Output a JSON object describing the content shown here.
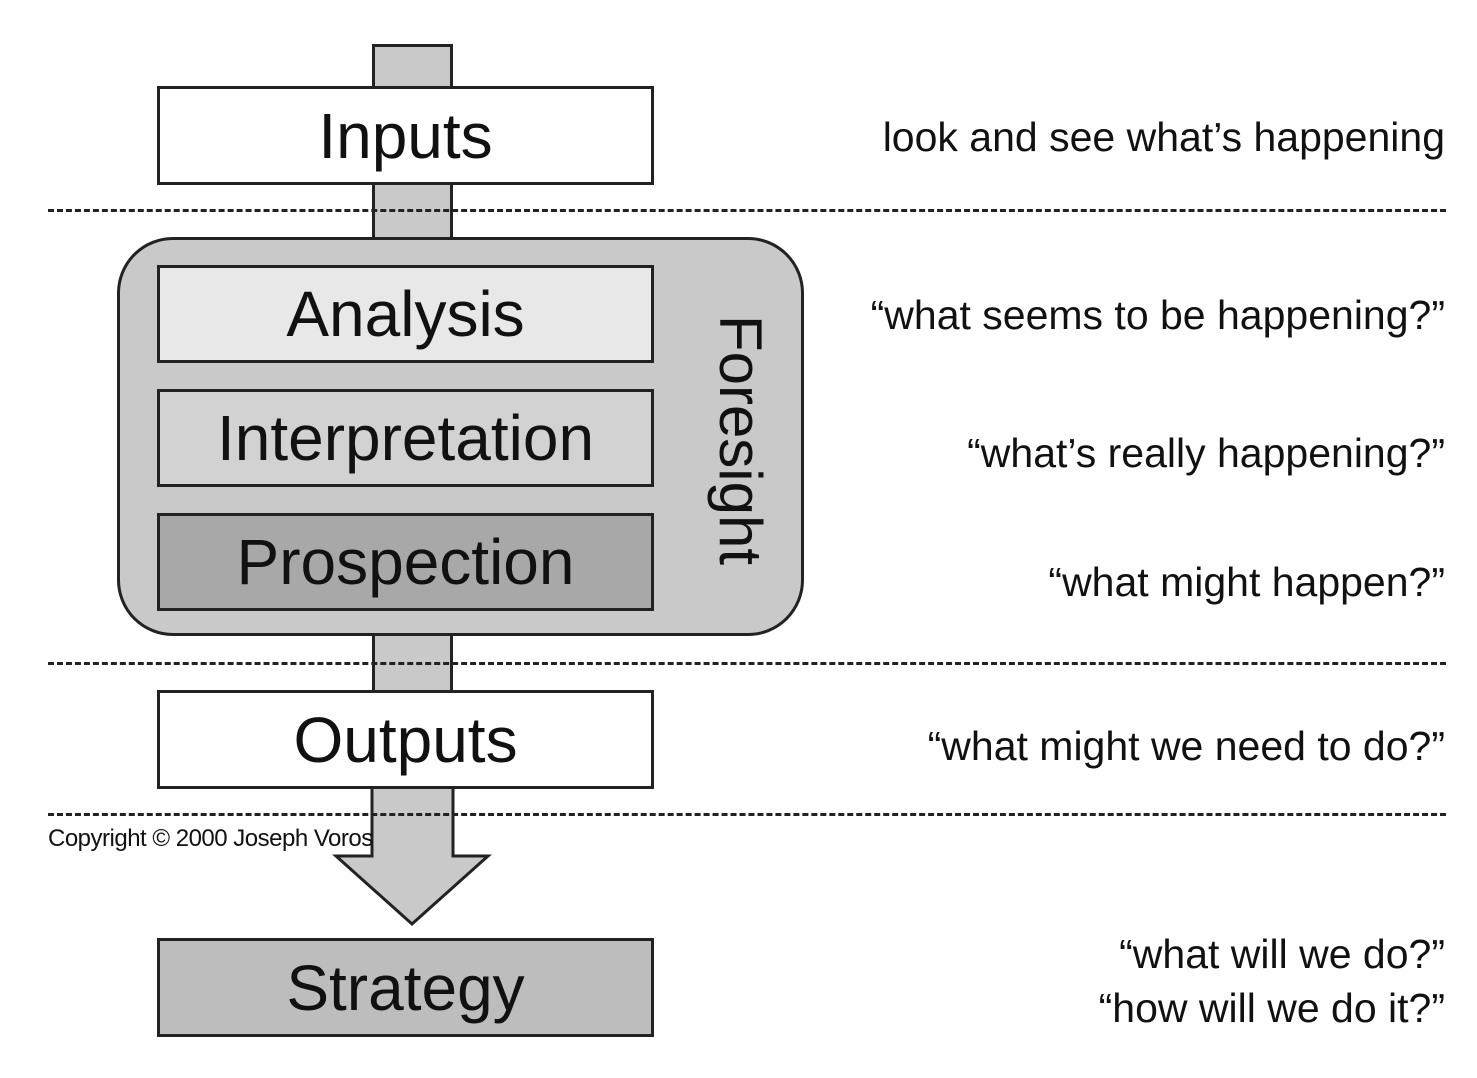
{
  "diagram": {
    "boxes": {
      "inputs": "Inputs",
      "analysis": "Analysis",
      "interpretation": "Interpretation",
      "prospection": "Prospection",
      "outputs": "Outputs",
      "strategy": "Strategy"
    },
    "group_label": "Foresight",
    "notes": {
      "inputs": "look and see what’s happening",
      "analysis": "“what seems to be happening?”",
      "interpretation": "“what’s really happening?”",
      "prospection": "“what might happen?”",
      "outputs": "“what might we need to do?”",
      "strategy_line1": "“what will we do?”",
      "strategy_line2": "“how will we do it?”"
    },
    "copyright": "Copyright © 2000 Joseph Voros",
    "colors": {
      "white_box": "#ffffff",
      "analysis_fill": "#e8e8e8",
      "interpretation_fill": "#d2d2d2",
      "prospection_fill": "#a8a8a8",
      "panel_fill": "#c9c9c9",
      "strategy_fill": "#bdbdbd",
      "stroke": "#222222"
    }
  }
}
